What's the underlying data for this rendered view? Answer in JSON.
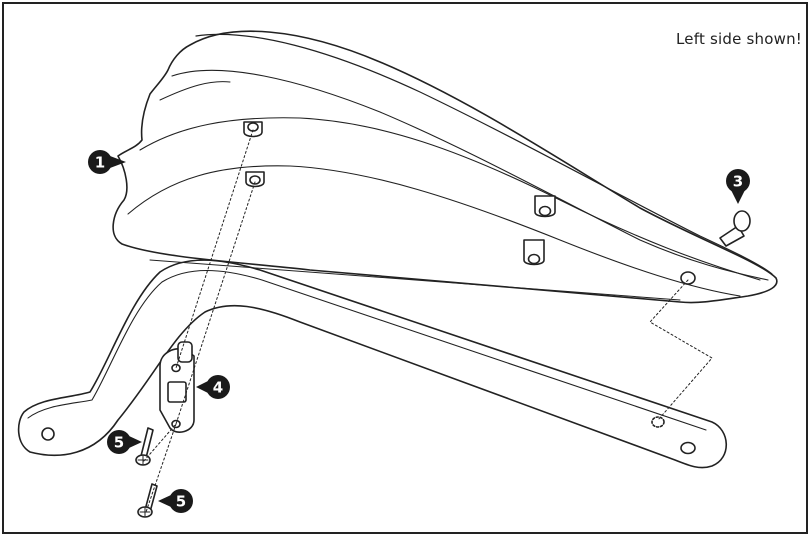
{
  "note": "Left side shown!",
  "callouts": {
    "c1": "1",
    "c3": "3",
    "c4": "4",
    "c5a": "5",
    "c5b": "5"
  },
  "colors": {
    "line": "#222222",
    "fill": "#ffffff",
    "callout": "#1a1a1a"
  }
}
